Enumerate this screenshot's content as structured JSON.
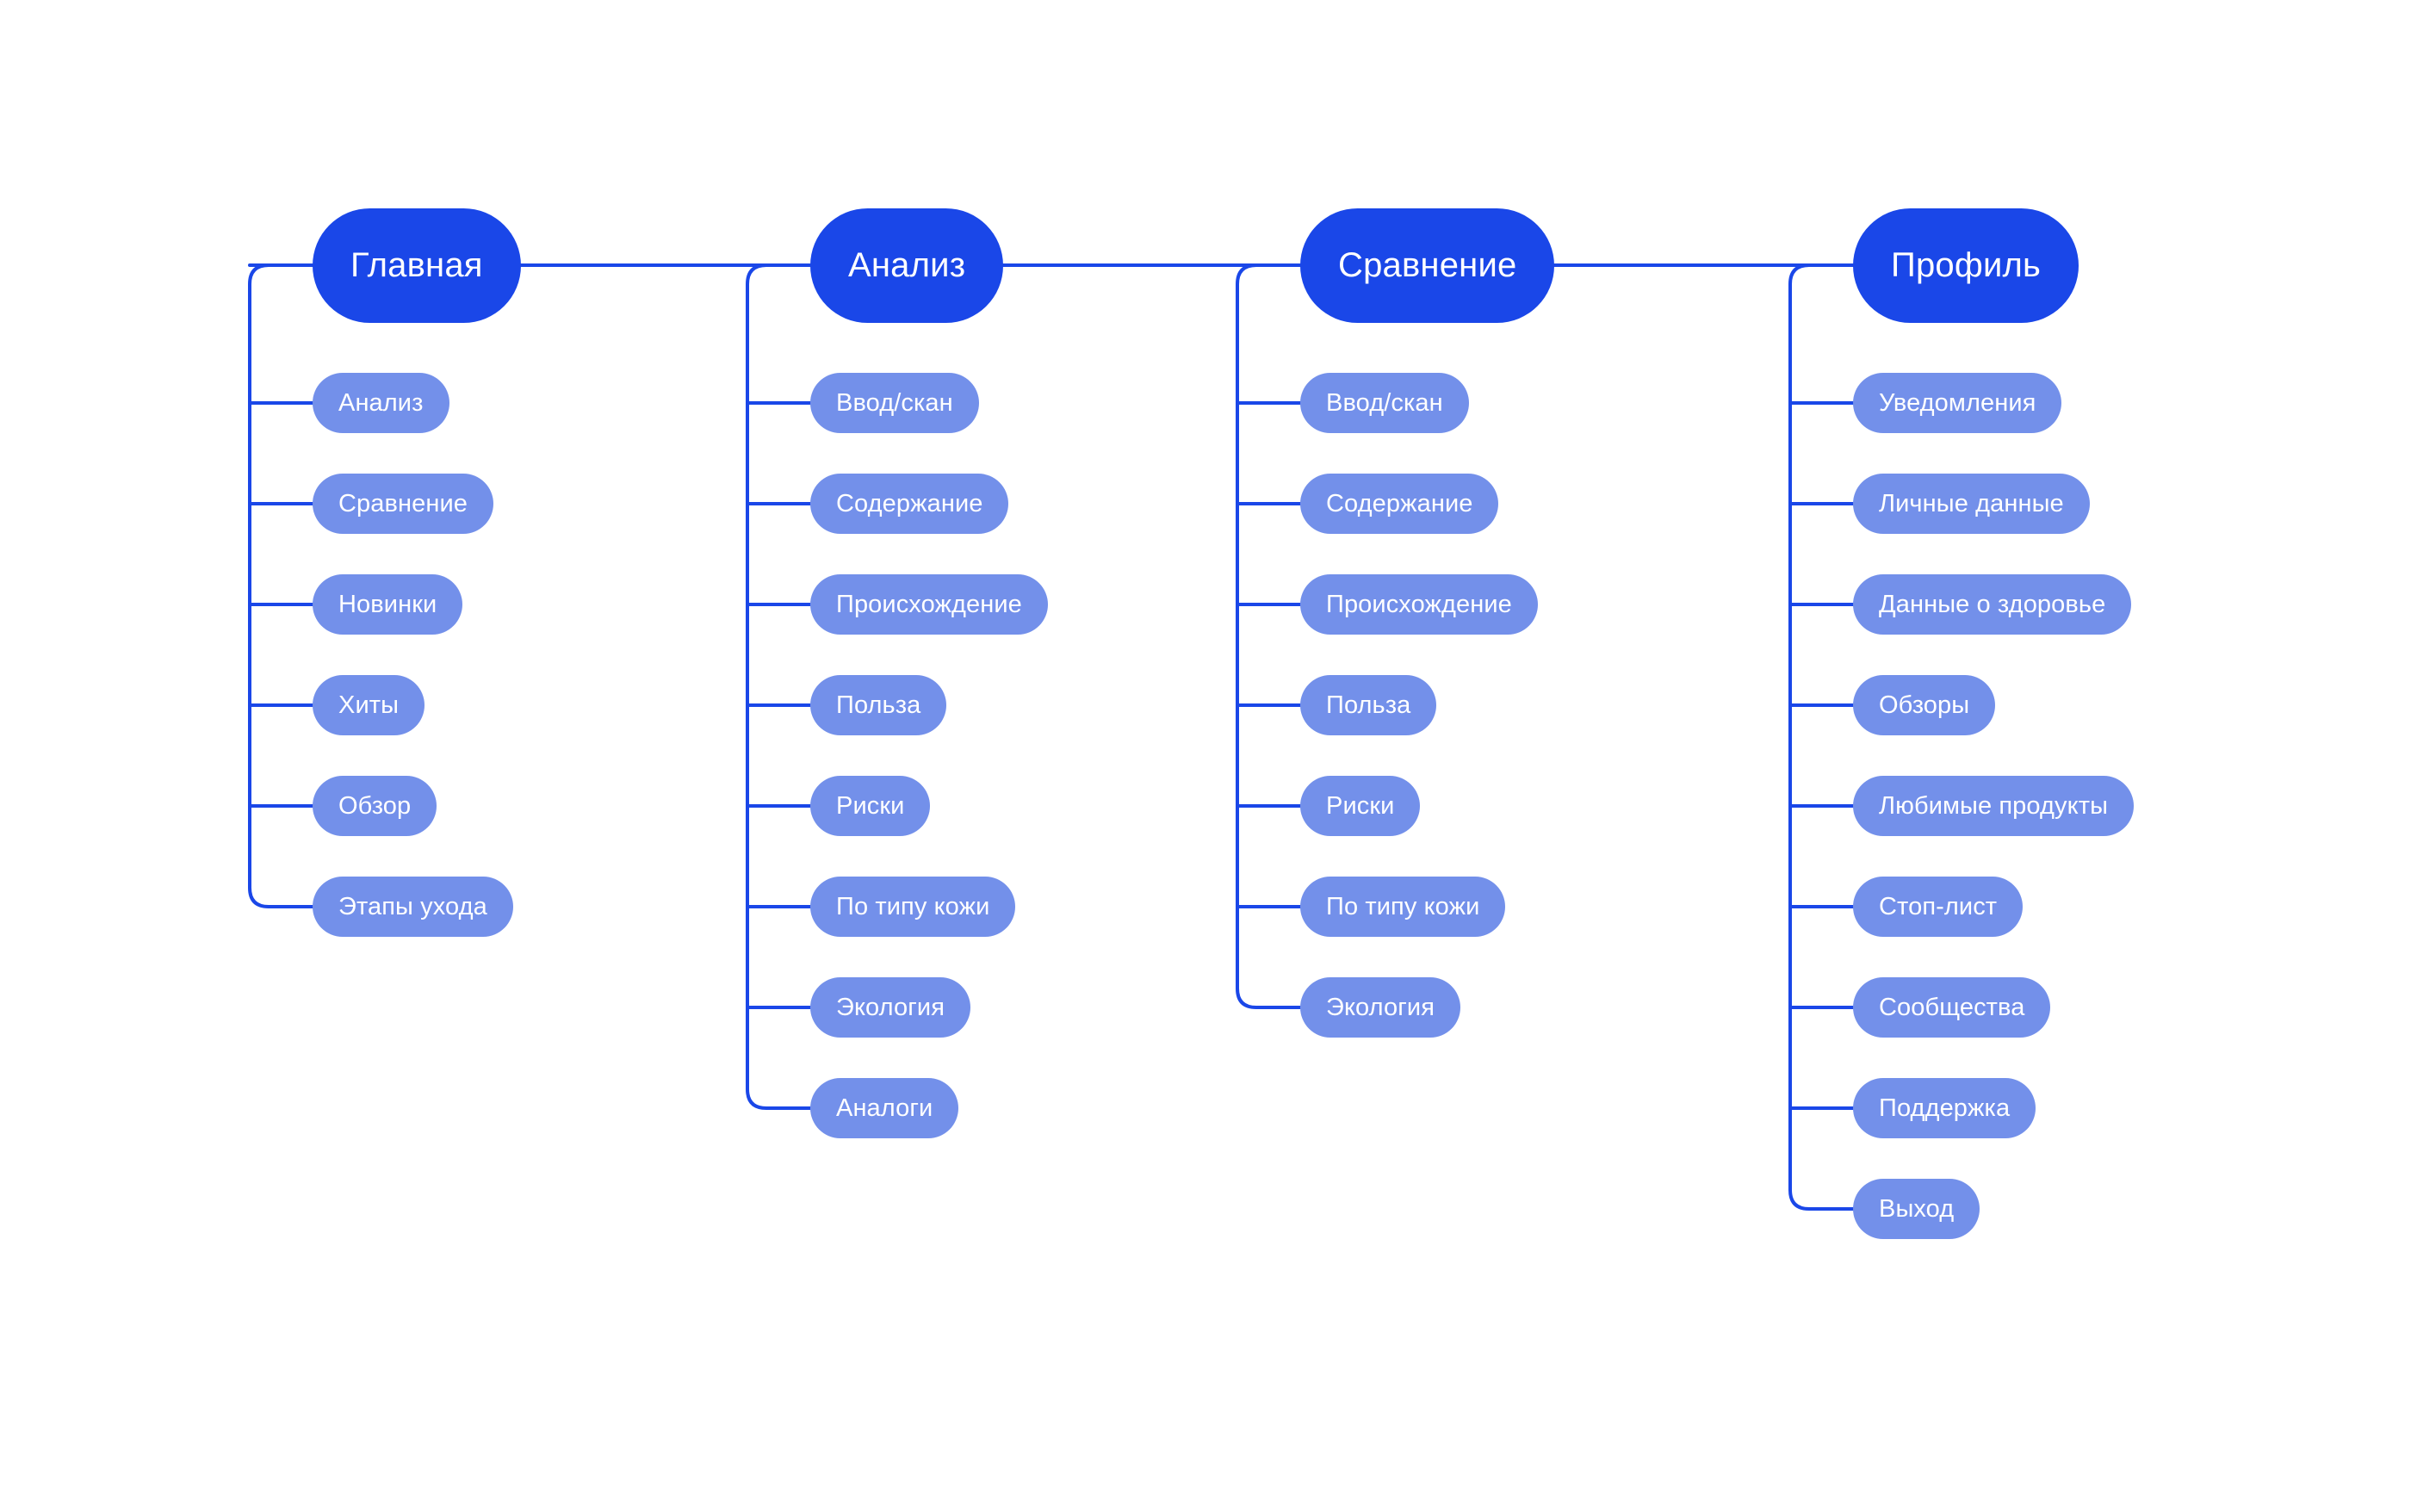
{
  "diagram": {
    "type": "sitemap-tree",
    "orientation": "horizontal-backbone-with-vertical-branches",
    "background_color": "#FFFFFF",
    "colors": {
      "root_node_fill": "#1A47E8",
      "child_pill_fill": "#7390EA",
      "connector_line": "#1A47E8",
      "node_text": "#FFFFFF"
    },
    "columns": [
      {
        "id": "home",
        "root_label": "Главная",
        "children": [
          "Анализ",
          "Сравнение",
          "Новинки",
          "Хиты",
          "Обзор",
          "Этапы ухода"
        ]
      },
      {
        "id": "analysis",
        "root_label": "Анализ",
        "children": [
          "Ввод/скан",
          "Содержание",
          "Происхождение",
          "Польза",
          "Риски",
          "По типу кожи",
          "Экология",
          "Аналоги"
        ]
      },
      {
        "id": "comparison",
        "root_label": "Сравнение",
        "children": [
          "Ввод/скан",
          "Содержание",
          "Происхождение",
          "Польза",
          "Риски",
          "По типу кожи",
          "Экология"
        ]
      },
      {
        "id": "profile",
        "root_label": "Профиль",
        "children": [
          "Уведомления",
          "Личные данные",
          "Данные о здоровье",
          "Обзоры",
          "Любимые продукты",
          "Стоп-лист",
          "Сообщества",
          "Поддержка",
          "Выход"
        ]
      }
    ]
  }
}
